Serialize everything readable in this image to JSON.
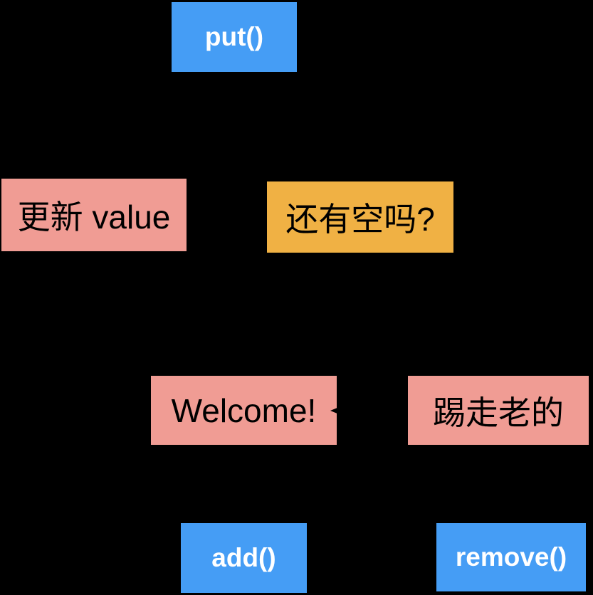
{
  "diagram": {
    "background_color": "#000000",
    "nodes": [
      {
        "id": "put",
        "label": "put()",
        "kind": "method",
        "fill_color": "#459DF5",
        "text_color": "#FFFFFF"
      },
      {
        "id": "update-value",
        "label": "更新 value",
        "kind": "action",
        "fill_color": "#F09C94",
        "text_color": "#000000"
      },
      {
        "id": "has-space",
        "label": "还有空吗?",
        "kind": "decision",
        "fill_color": "#F0B144",
        "text_color": "#000000"
      },
      {
        "id": "welcome",
        "label": "Welcome!",
        "kind": "action",
        "fill_color": "#F09C94",
        "text_color": "#000000"
      },
      {
        "id": "evict-old",
        "label": "踢走老的",
        "kind": "action",
        "fill_color": "#F09C94",
        "text_color": "#000000"
      },
      {
        "id": "add",
        "label": "add()",
        "kind": "method",
        "fill_color": "#459DF5",
        "text_color": "#FFFFFF"
      },
      {
        "id": "remove",
        "label": "remove()",
        "kind": "method",
        "fill_color": "#459DF5",
        "text_color": "#FFFFFF"
      }
    ],
    "connectors": {
      "arrowhead_color": "#000000"
    }
  }
}
